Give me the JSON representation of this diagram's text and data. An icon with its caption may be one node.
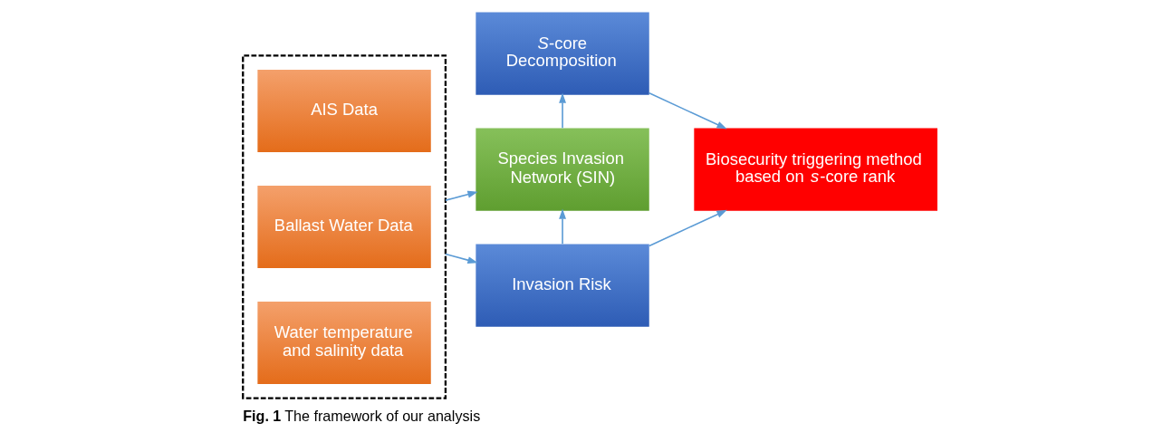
{
  "diagram": {
    "caption": "**Fig. 1** The framework of our analysis",
    "nodes": [
      {
        "text": [],
        "shape": "box"
      },
      {
        "text": [
          "AIS Data"
        ],
        "in": 0
      },
      {
        "text": [
          "Ballast Water Data"
        ],
        "in": 0
      },
      {
        "text": [
          "Water temperature and salinity data"
        ],
        "in": 0
      },
      {
        "text": [
          "*S*-core Decomposition"
        ]
      },
      {
        "text": [
          "Species Invasion Network (SIN)"
        ]
      },
      {
        "text": [
          "Invasion Risk"
        ]
      },
      {
        "text": [
          "Biosecurity triggering method based on *s*-core rank"
        ]
      }
    ],
    "edges": [
      {
        "from": 0,
        "to": 5,
        "arrow": "to"
      },
      {
        "from": 0,
        "to": 6,
        "arrow": "to"
      },
      {
        "from": 6,
        "to": 5,
        "arrow": "to"
      },
      {
        "from": 5,
        "to": 4,
        "arrow": "to"
      },
      {
        "from": 4,
        "to": 7,
        "arrow": "to"
      },
      {
        "from": 6,
        "to": 7,
        "arrow": "to"
      }
    ]
  }
}
